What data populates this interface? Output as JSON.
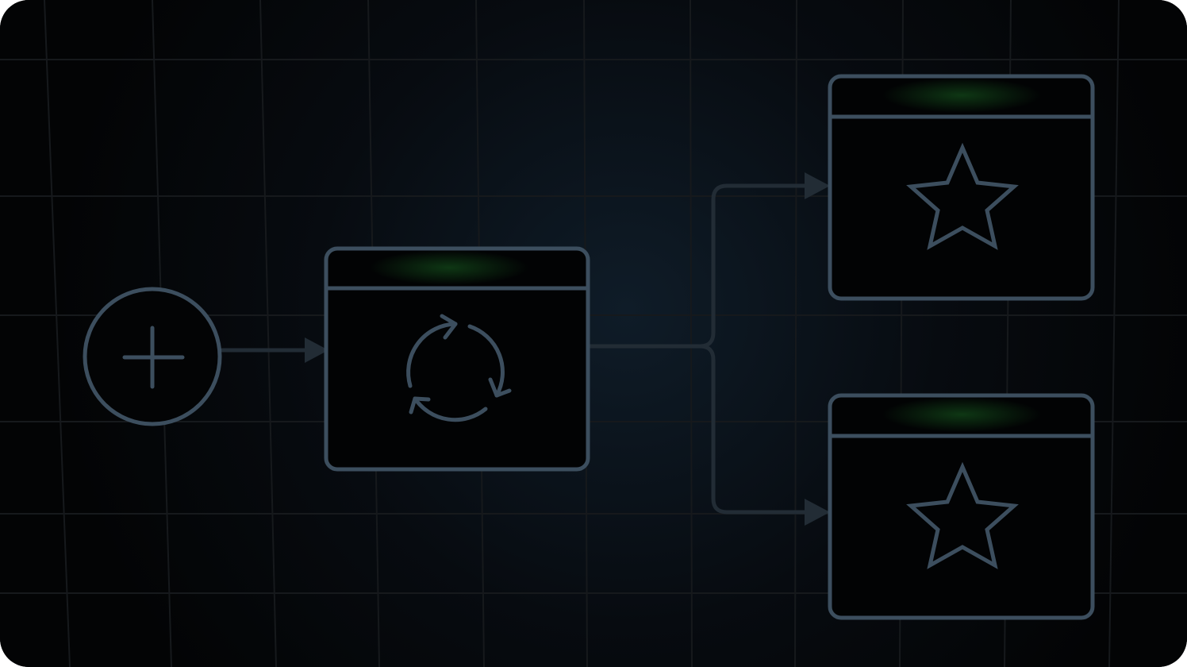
{
  "colors": {
    "background": "#030405",
    "glow": "#0f1c28",
    "grid": "#16191c",
    "node_stroke": "#3c4e5e",
    "connector_stroke": "#222c35",
    "accent_glow": "#0f3a15"
  },
  "diagram": {
    "nodes": [
      {
        "id": "start",
        "kind": "circle",
        "icon": "plus-icon"
      },
      {
        "id": "process",
        "kind": "window",
        "icon": "refresh-cycle-icon"
      },
      {
        "id": "output-top",
        "kind": "window",
        "icon": "star-icon"
      },
      {
        "id": "output-bottom",
        "kind": "window",
        "icon": "star-icon"
      }
    ],
    "edges": [
      {
        "from": "start",
        "to": "process"
      },
      {
        "from": "process",
        "to": "output-top"
      },
      {
        "from": "process",
        "to": "output-bottom"
      }
    ]
  }
}
